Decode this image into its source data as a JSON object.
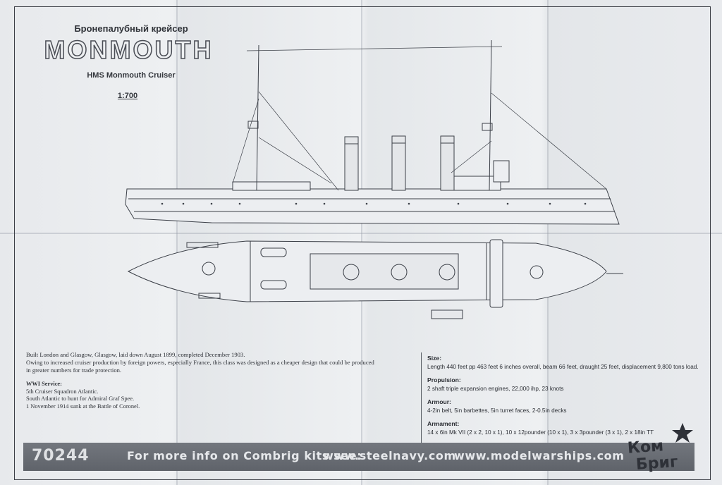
{
  "header": {
    "subtitle_ru": "Бронепалубный крейсер",
    "title": "MONMOUTH",
    "title_en": "HMS Monmouth Cruiser",
    "scale": "1:700"
  },
  "history": {
    "line1": "Built London and Glasgow, Glasgow, laid down August 1899, completed December 1903.",
    "line2": "Owing to increased cruiser production by foreign powers, especially France, this class was designed as a cheaper design that could be produced",
    "line3": "in greater numbers for trade protection."
  },
  "wwi": {
    "heading": "WWI Service:",
    "items": [
      "5th Cruiser Squadron Atlantic.",
      "South Atlantic to hunt for Admiral Graf Spee.",
      "1 November 1914 sunk at the Battle of Coronel."
    ]
  },
  "specs": [
    {
      "heading": "Size:",
      "text": "Length 440 feet pp 463 feet 6 inches overall, beam 66 feet, draught 25 feet, displacement 9,800 tons load."
    },
    {
      "heading": "Propulsion:",
      "text": "2 shaft triple expansion engines, 22,000 ihp, 23 knots"
    },
    {
      "heading": "Armour:",
      "text": "4-2in belt, 5in barbettes, 5in turret faces, 2-0.5in decks"
    },
    {
      "heading": "Armament:",
      "text": "14 x 6in Mk VII (2 x 2, 10 x 1), 10 x 12pounder (10 x 1), 3 x 3pounder (3 x 1), 2 x 18in TT"
    }
  ],
  "banner": {
    "code": "70244",
    "info": "For more info on Combrig kits see:",
    "site1": "www.steelnavy.com",
    "site2": "www.modelwarships.com"
  },
  "logo": {
    "line1": "Ком",
    "line2": "Бриг"
  },
  "colors": {
    "paper": "#eef0f2",
    "ink": "#2a2d33",
    "banner": "#696d74"
  }
}
